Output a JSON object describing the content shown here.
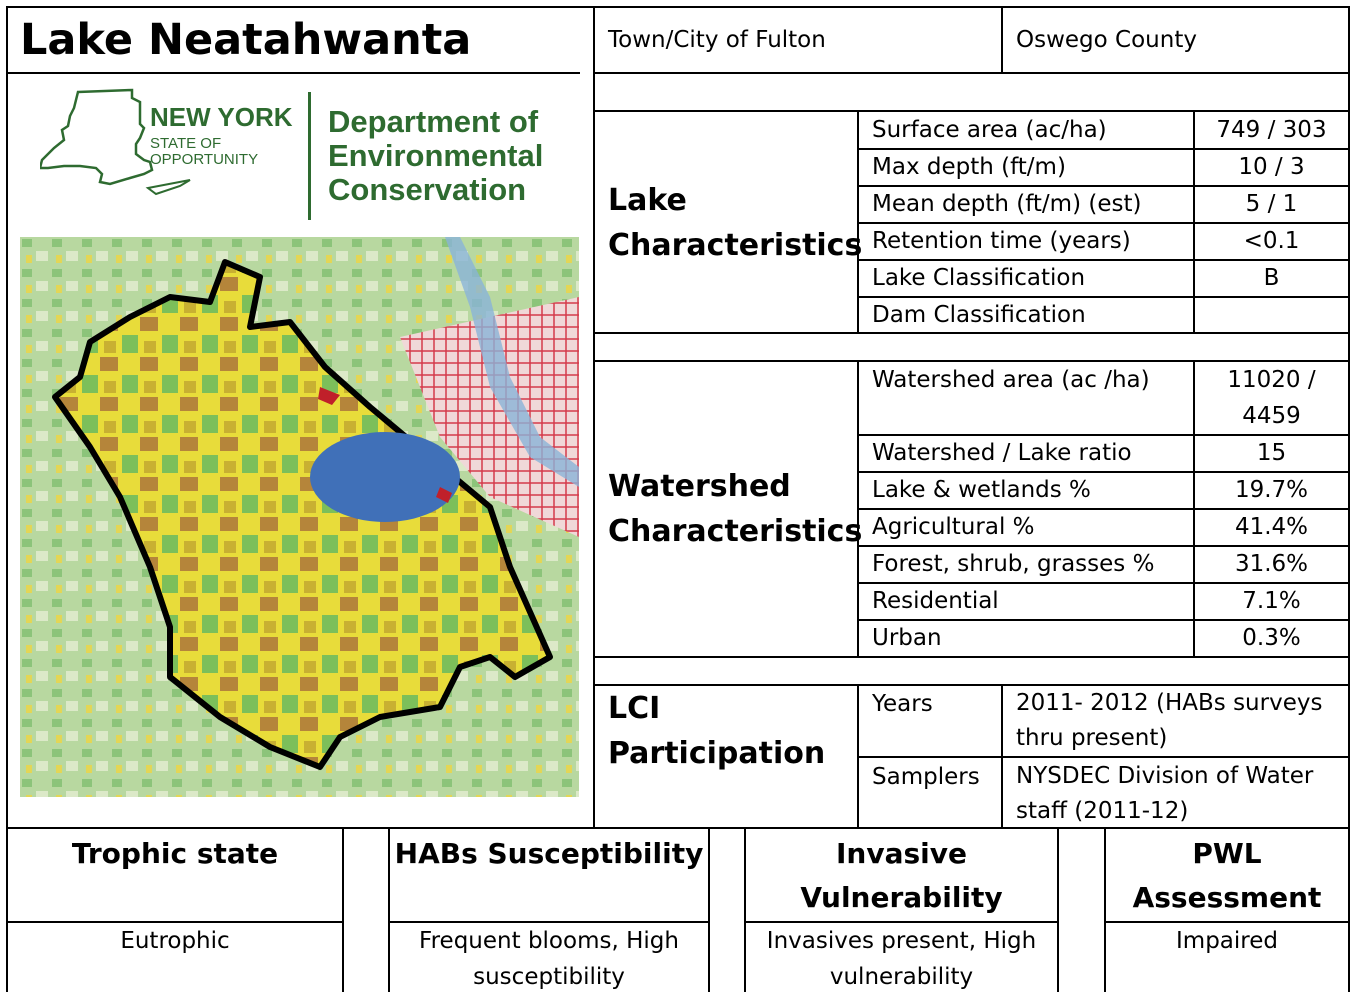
{
  "header": {
    "lake_name": "Lake Neatahwanta",
    "town": "Town/City of Fulton",
    "county": "Oswego County"
  },
  "logo": {
    "line1": "NEW YORK",
    "line2": "STATE OF",
    "line3": "OPPORTUNITY",
    "dept1": "Department of",
    "dept2": "Environmental",
    "dept3": "Conservation",
    "color": "#2e6b30"
  },
  "lake_characteristics": {
    "heading": "Lake Characteristics",
    "rows": [
      {
        "label": "Surface area (ac/ha)",
        "value": "749 / 303"
      },
      {
        "label": "Max depth (ft/m)",
        "value": "10 / 3"
      },
      {
        "label": "Mean depth (ft/m) (est)",
        "value": "5 / 1"
      },
      {
        "label": "Retention time (years)",
        "value": "<0.1"
      },
      {
        "label": "Lake Classification",
        "value": "B"
      },
      {
        "label": "Dam Classification",
        "value": ""
      }
    ]
  },
  "watershed_characteristics": {
    "heading": "Watershed Characteristics",
    "rows": [
      {
        "label": "Watershed area (ac /ha)",
        "value": "11020 / 4459"
      },
      {
        "label": "Watershed / Lake ratio",
        "value": "15"
      },
      {
        "label": "Lake & wetlands %",
        "value": "19.7%"
      },
      {
        "label": "Agricultural %",
        "value": "41.4%"
      },
      {
        "label": "Forest, shrub, grasses %",
        "value": "31.6%"
      },
      {
        "label": "Residential",
        "value": "7.1%"
      },
      {
        "label": "Urban",
        "value": "0.3%"
      }
    ]
  },
  "lci": {
    "heading": "LCI Participation",
    "years_label": "Years",
    "years_value": "2011- 2012 (HABs surveys thru present)",
    "samplers_label": "Samplers",
    "samplers_value": "NYSDEC Division of Water staff (2011-12)"
  },
  "assessments": [
    {
      "heading": "Trophic state",
      "value": "Eutrophic"
    },
    {
      "heading": "HABs Susceptibility",
      "value": "Frequent blooms, High susceptibility"
    },
    {
      "heading": "Invasive Vulnerability",
      "value": "Invasives present, High vulnerability"
    },
    {
      "heading": "PWL Assessment",
      "value": "Impaired"
    }
  ]
}
